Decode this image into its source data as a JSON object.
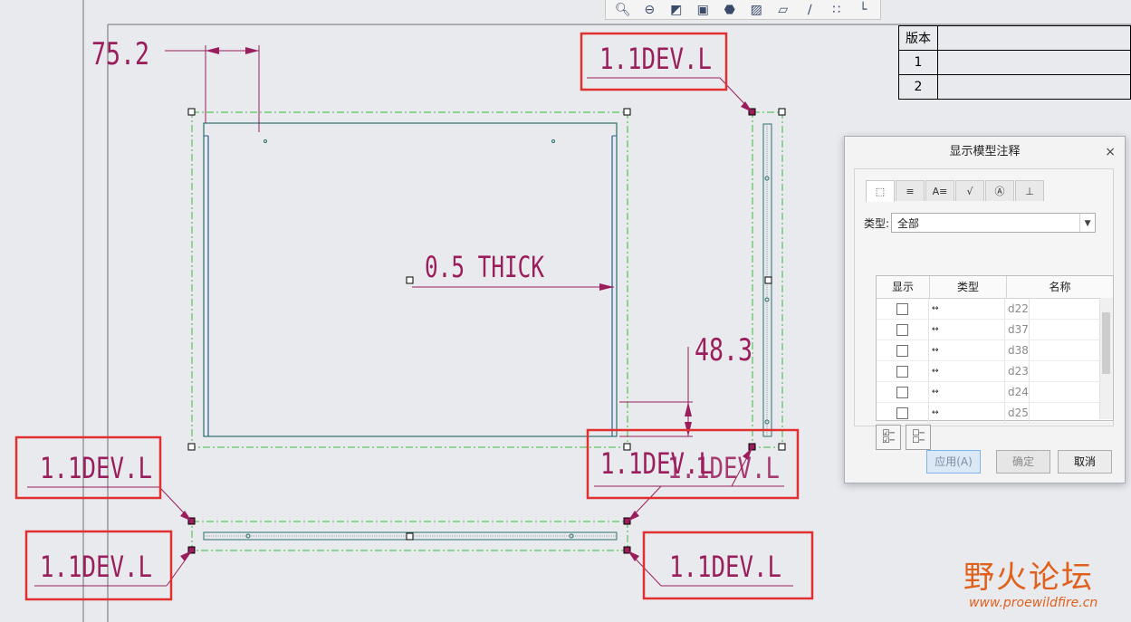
{
  "toolbar": {
    "icons": [
      "zoom-in-icon",
      "zoom-out-icon",
      "refit-icon",
      "view-orientation-icon",
      "saved-views-icon",
      "display-style-icon",
      "datum-planes-icon",
      "datum-axes-icon",
      "datum-points-icon",
      "coordinate-systems-icon"
    ]
  },
  "drawing": {
    "dim_75": "75.2",
    "dim_48": "48.3",
    "note_thick": "0.5 THICK",
    "dev_label": "1.1DEV.L",
    "dev_label_overlap": "1.1DEV.L DEV.L"
  },
  "revision_table": {
    "header": "版本",
    "rows": [
      "1",
      "2"
    ]
  },
  "dialog": {
    "title": "显示模型注释",
    "close": "×",
    "type_label": "类型:",
    "type_value": "全部",
    "columns": [
      "显示",
      "类型",
      "名称"
    ],
    "rows": [
      {
        "name": "d22",
        "checked": false
      },
      {
        "name": "d37",
        "checked": false
      },
      {
        "name": "d38",
        "checked": false
      },
      {
        "name": "d23",
        "checked": false
      },
      {
        "name": "d24",
        "checked": false
      },
      {
        "name": "d25",
        "checked": false
      }
    ],
    "buttons": {
      "apply": "应用(A)",
      "ok": "确定",
      "cancel": "取消"
    }
  },
  "watermark": {
    "brand": "野火论坛",
    "url": "www.proewildfire.cn"
  },
  "colors": {
    "annotation": "#9a1d5c",
    "highlight_box": "#e03030",
    "geometry": "#2d6e6a",
    "dash": "#3dba3d",
    "watermark": "#e0601c"
  }
}
